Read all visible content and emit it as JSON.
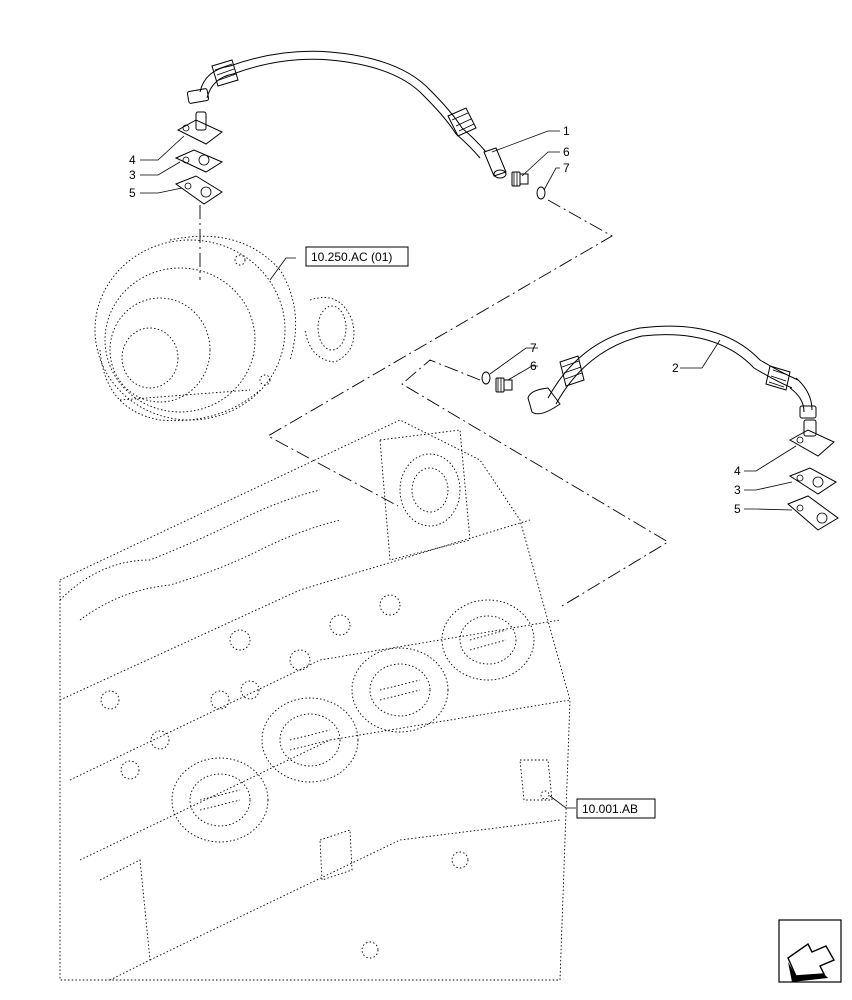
{
  "callouts": {
    "hose_upper": "1",
    "hose_lower": "2",
    "gasket_left": "3",
    "flange_left": "4",
    "plate_left": "5",
    "union_upper": "6",
    "oring_upper": "7",
    "oring_lower": "7",
    "union_lower": "6",
    "flange_right": "4",
    "gasket_right": "3",
    "plate_right": "5"
  },
  "references": {
    "turbocharger": "10.250.AC (01)",
    "engine_block": "10.001.AB"
  },
  "icons": {
    "navigation": "arrow-icon"
  }
}
